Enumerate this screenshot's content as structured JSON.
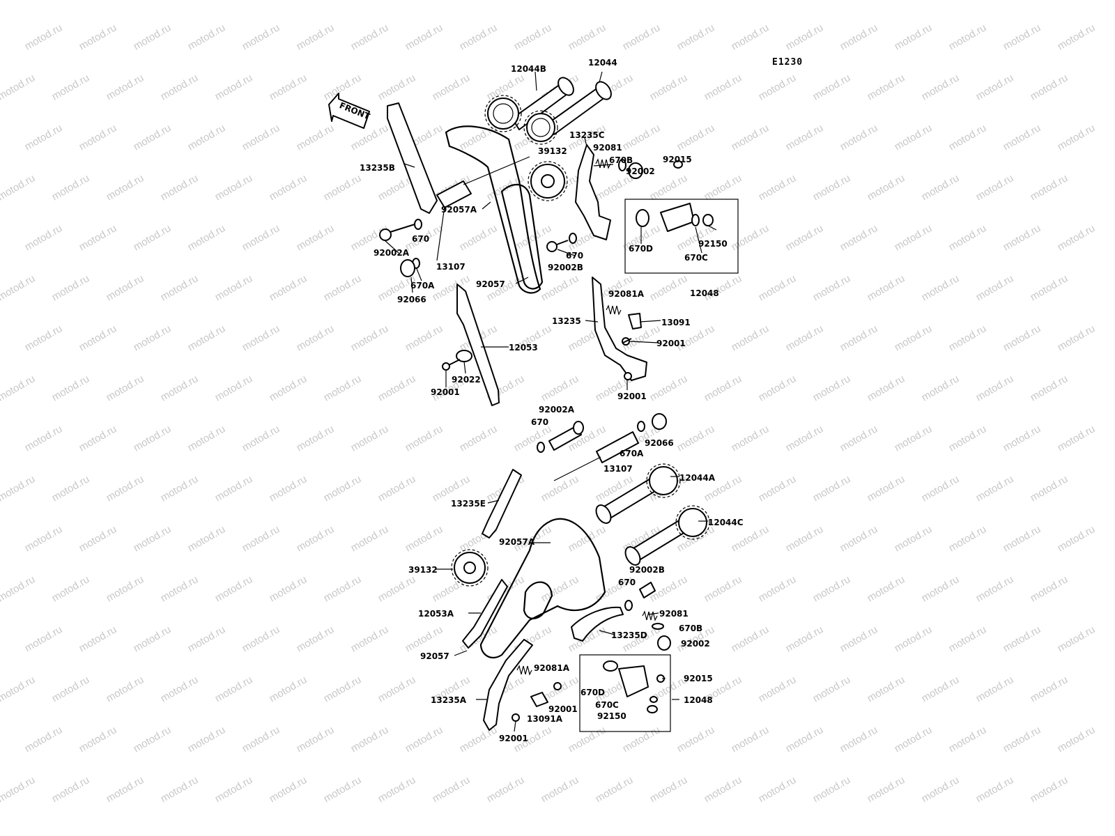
{
  "diagram_code": "E1230",
  "front_arrow_text": "FRONT",
  "watermark_text": "motod.ru",
  "labels": [
    {
      "id": "a1",
      "text": "12044B"
    },
    {
      "id": "a2",
      "text": "12044"
    },
    {
      "id": "a3",
      "text": "13235C"
    },
    {
      "id": "a4",
      "text": "92081"
    },
    {
      "id": "a5",
      "text": "39132"
    },
    {
      "id": "a6",
      "text": "670B"
    },
    {
      "id": "a7",
      "text": "92002"
    },
    {
      "id": "a8",
      "text": "92015"
    },
    {
      "id": "a9",
      "text": "13235B"
    },
    {
      "id": "a10",
      "text": "92057A"
    },
    {
      "id": "a11",
      "text": "670"
    },
    {
      "id": "a12",
      "text": "92002A"
    },
    {
      "id": "a13",
      "text": "13107"
    },
    {
      "id": "a14",
      "text": "670A"
    },
    {
      "id": "a15",
      "text": "92066"
    },
    {
      "id": "a16",
      "text": "92057"
    },
    {
      "id": "a17",
      "text": "670"
    },
    {
      "id": "a18",
      "text": "92002B"
    },
    {
      "id": "a19",
      "text": "670D"
    },
    {
      "id": "a20",
      "text": "670C"
    },
    {
      "id": "a21",
      "text": "92150"
    },
    {
      "id": "a22",
      "text": "12048"
    },
    {
      "id": "a23",
      "text": "92081A"
    },
    {
      "id": "a24",
      "text": "13235"
    },
    {
      "id": "a25",
      "text": "13091"
    },
    {
      "id": "a26",
      "text": "92001"
    },
    {
      "id": "a27",
      "text": "12053"
    },
    {
      "id": "a28",
      "text": "92022"
    },
    {
      "id": "a29",
      "text": "92001"
    },
    {
      "id": "a30",
      "text": "92001"
    },
    {
      "id": "b1",
      "text": "92002A"
    },
    {
      "id": "b2",
      "text": "670"
    },
    {
      "id": "b3",
      "text": "92066"
    },
    {
      "id": "b4",
      "text": "670A"
    },
    {
      "id": "b5",
      "text": "13107"
    },
    {
      "id": "b6",
      "text": "12044A"
    },
    {
      "id": "b7",
      "text": "13235E"
    },
    {
      "id": "b8",
      "text": "12044C"
    },
    {
      "id": "b9",
      "text": "92057A"
    },
    {
      "id": "b10",
      "text": "39132"
    },
    {
      "id": "b11",
      "text": "92002B"
    },
    {
      "id": "b12",
      "text": "670"
    },
    {
      "id": "b13",
      "text": "12053A"
    },
    {
      "id": "b14",
      "text": "92081"
    },
    {
      "id": "b15",
      "text": "13235D"
    },
    {
      "id": "b16",
      "text": "670B"
    },
    {
      "id": "b17",
      "text": "92002"
    },
    {
      "id": "b18",
      "text": "92057"
    },
    {
      "id": "b19",
      "text": "92081A"
    },
    {
      "id": "b20",
      "text": "92015"
    },
    {
      "id": "b21",
      "text": "670D"
    },
    {
      "id": "b22",
      "text": "12048"
    },
    {
      "id": "b23",
      "text": "13235A"
    },
    {
      "id": "b24",
      "text": "92001"
    },
    {
      "id": "b25",
      "text": "670C"
    },
    {
      "id": "b26",
      "text": "92150"
    },
    {
      "id": "b27",
      "text": "13091A"
    },
    {
      "id": "b28",
      "text": "92001"
    }
  ]
}
